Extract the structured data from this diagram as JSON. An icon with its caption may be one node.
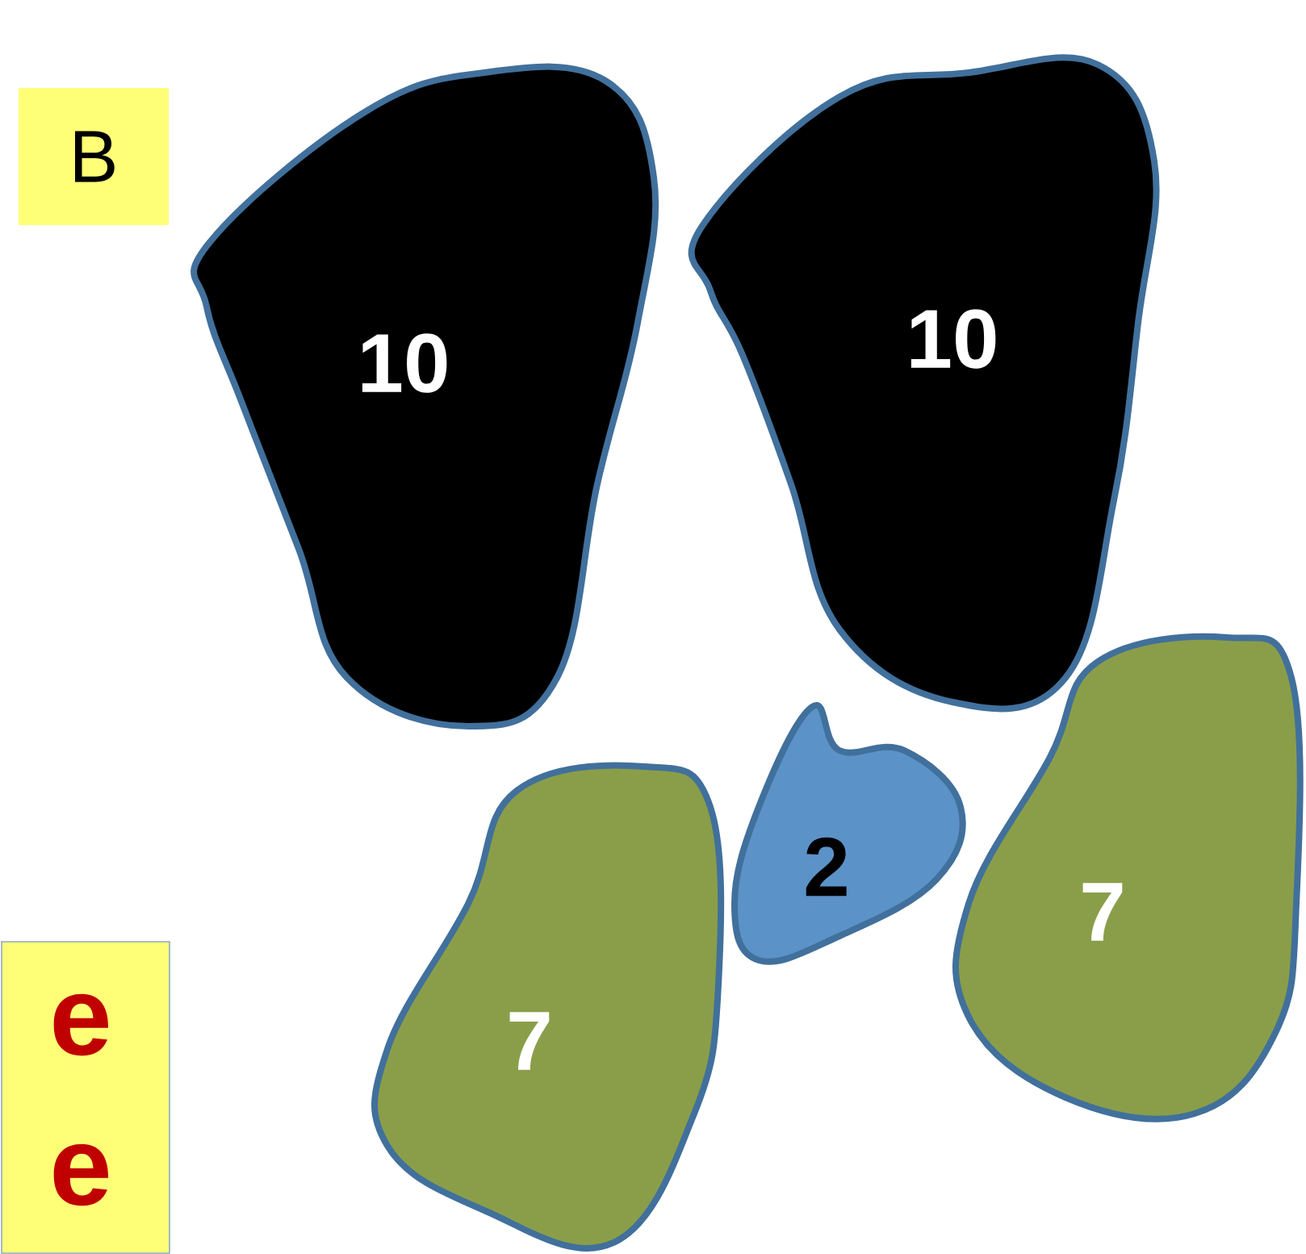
{
  "diagram": {
    "nodes": [
      {
        "text": [
          "B"
        ]
      },
      {
        "text": [
          "10"
        ]
      },
      {
        "text": [
          "10"
        ]
      },
      {
        "text": [
          "7"
        ]
      },
      {
        "text": [
          "2"
        ]
      },
      {
        "text": [
          "7"
        ]
      },
      {
        "text": [
          "e",
          "e"
        ]
      }
    ]
  }
}
